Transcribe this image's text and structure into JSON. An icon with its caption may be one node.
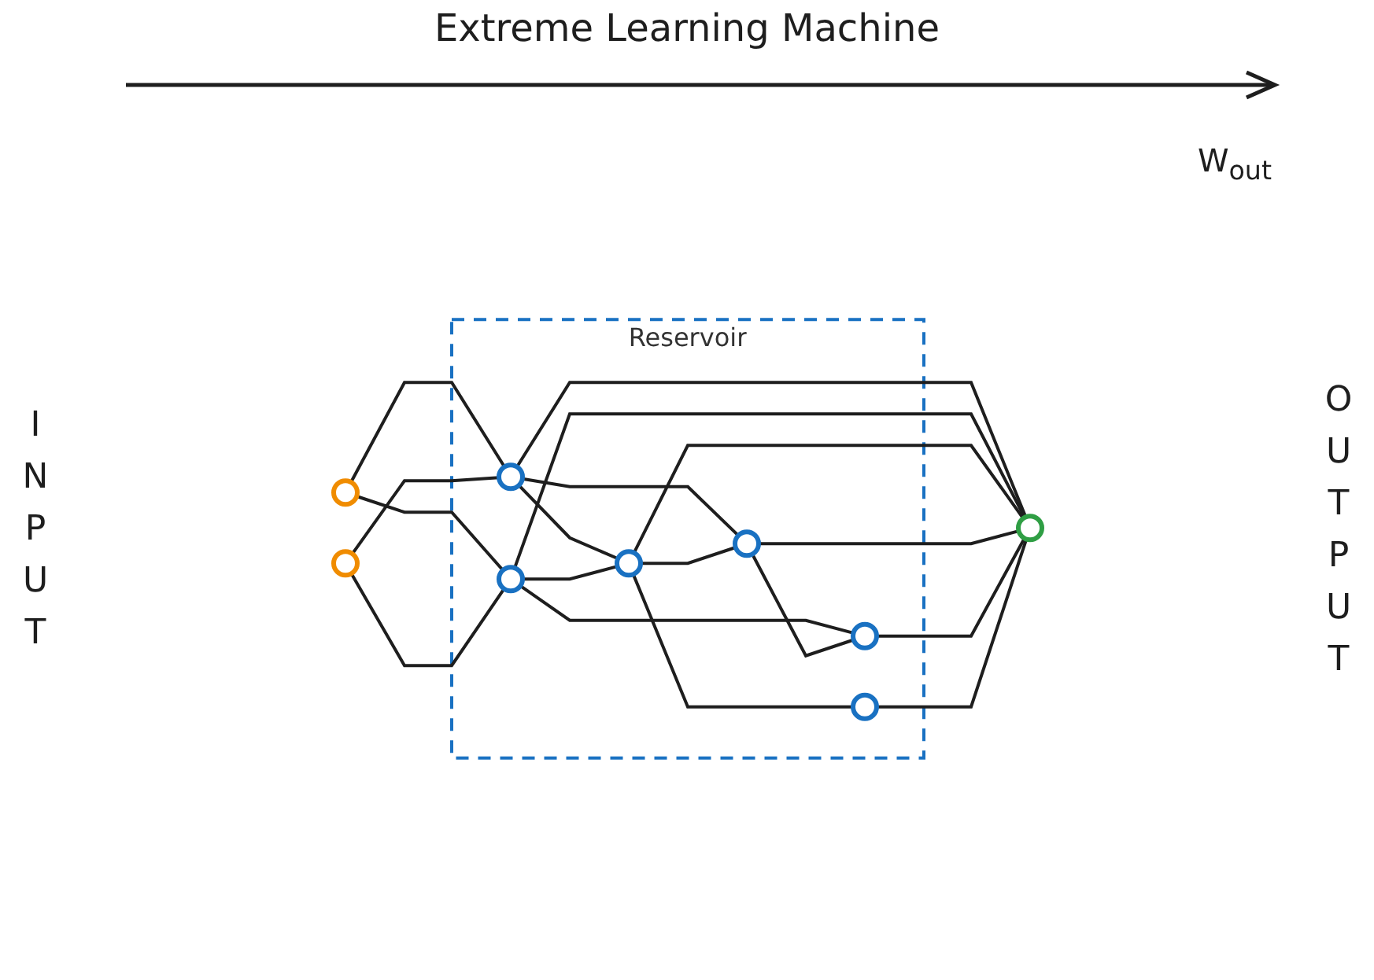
{
  "diagram": {
    "title": "Extreme Learning Machine",
    "nodes": [
      {
        "text": [],
        "shape": "circle"
      },
      {
        "text": [],
        "shape": "circle"
      },
      {
        "text": [
          "Reservoir"
        ]
      },
      {
        "text": [],
        "shape": "circle",
        "in": 2
      },
      {
        "text": [],
        "shape": "circle",
        "in": 2
      },
      {
        "text": [],
        "shape": "circle",
        "in": 2
      },
      {
        "text": [],
        "shape": "circle",
        "in": 2
      },
      {
        "text": [],
        "shape": "circle",
        "in": 2
      },
      {
        "text": [],
        "shape": "circle",
        "in": 2
      },
      {
        "text": [],
        "shape": "circle"
      }
    ],
    "edges": [
      {
        "from": 0,
        "to": 3,
        "arrow": "none"
      },
      {
        "from": 0,
        "to": 4,
        "arrow": "none"
      },
      {
        "from": 1,
        "to": 3,
        "arrow": "none"
      },
      {
        "from": 1,
        "to": 4,
        "arrow": "none"
      },
      {
        "from": 3,
        "to": 6,
        "arrow": "none"
      },
      {
        "from": 3,
        "to": 5,
        "arrow": "none"
      },
      {
        "from": 3,
        "to": 9,
        "arrow": "none"
      },
      {
        "from": 4,
        "to": 5,
        "arrow": "none"
      },
      {
        "from": 4,
        "to": 9,
        "arrow": "none"
      },
      {
        "from": 4,
        "to": 7,
        "arrow": "none"
      },
      {
        "from": 5,
        "to": 6,
        "arrow": "none"
      },
      {
        "from": 5,
        "to": 9,
        "arrow": "none"
      },
      {
        "from": 5,
        "to": 8,
        "arrow": "none"
      },
      {
        "from": 6,
        "to": 7,
        "arrow": "none"
      },
      {
        "from": 6,
        "to": 9,
        "arrow": "none"
      },
      {
        "from": 7,
        "to": 9,
        "arrow": "none"
      },
      {
        "from": 8,
        "to": 9,
        "arrow": "none"
      }
    ],
    "labels": [
      "INPUT",
      "W$_{out}$",
      "OUTPUT"
    ]
  }
}
